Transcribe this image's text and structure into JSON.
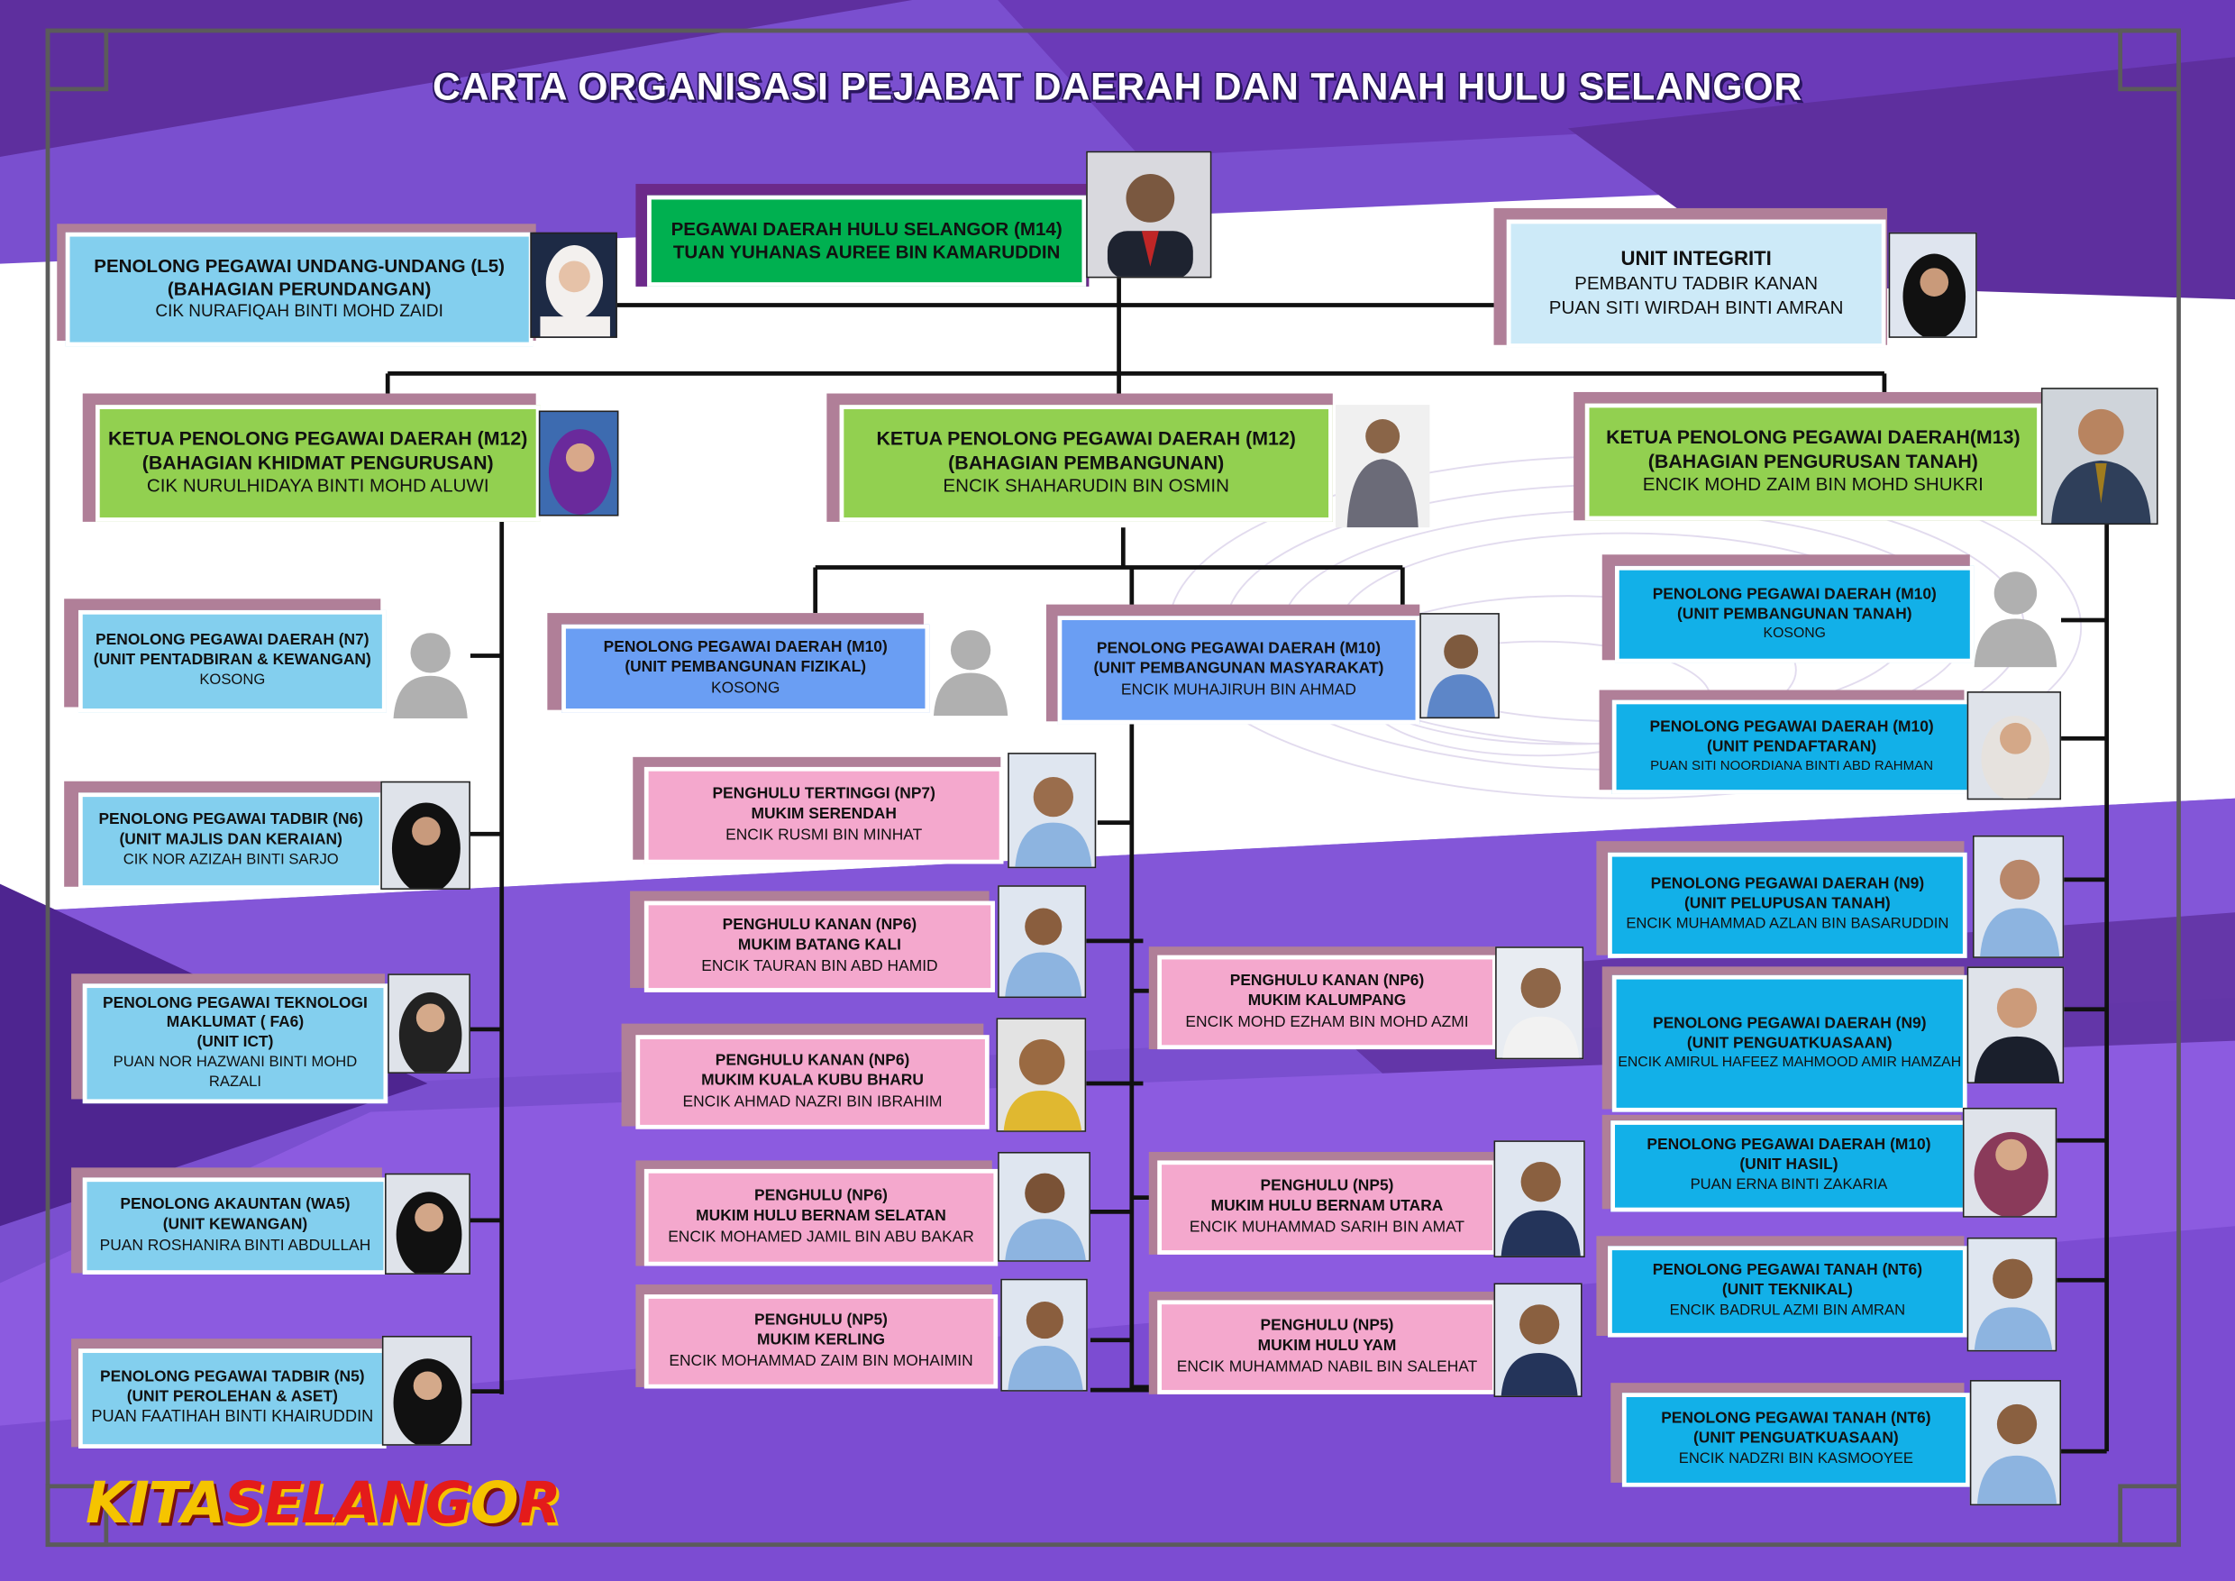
{
  "title": "CARTA ORGANISASI PEJABAT DAERAH DAN TANAH HULU SELANGOR",
  "logo": {
    "part1": "KITA",
    "part2": "SELANG",
    "pin": "O",
    "part3": "R"
  },
  "colors": {
    "background": "#7a4fcf",
    "green": "#92d050",
    "dark_green": "#00b050",
    "light_blue": "#83cfee",
    "blue": "#6a9ef3",
    "cyan": "#12b0e8",
    "pink": "#f4a8cd"
  },
  "top": {
    "head": {
      "title": "PEGAWAI  DAERAH HULU SELANGOR (M14)",
      "name": "TUAN YUHANAS AUREE BIN KAMARUDDIN"
    },
    "legal": {
      "title": "PENOLONG PEGAWAI UNDANG-UNDANG (L5)",
      "unit": "(BAHAGIAN PERUNDANGAN)",
      "name": "CIK NURAFIQAH BINTI MOHD ZAIDI"
    },
    "integrity": {
      "title": "UNIT INTEGRITI",
      "role": "PEMBANTU TADBIR KANAN",
      "name": "PUAN SITI WIRDAH BINTI AMRAN"
    }
  },
  "divisions": {
    "management": {
      "title": "KETUA PENOLONG PEGAWAI DAERAH (M12)",
      "unit": "(BAHAGIAN KHIDMAT PENGURUSAN)",
      "name": "CIK NURULHIDAYA BINTI MOHD ALUWI"
    },
    "development": {
      "title": "KETUA PENOLONG PEGAWAI DAERAH (M12)",
      "unit": "(BAHAGIAN PEMBANGUNAN)",
      "name": "ENCIK SHAHARUDIN BIN OSMIN"
    },
    "land": {
      "title": "KETUA PENOLONG PEGAWAI DAERAH(M13)",
      "unit": "(BAHAGIAN PENGURUSAN TANAH)",
      "name": "ENCIK MOHD ZAIM BIN MOHD SHUKRI"
    }
  },
  "left": [
    {
      "title": "PENOLONG PEGAWAI DAERAH (N7)",
      "unit": "(UNIT PENTADBIRAN & KEWANGAN)",
      "name": "KOSONG"
    },
    {
      "title": "PENOLONG PEGAWAI TADBIR (N6)",
      "unit": "(UNIT MAJLIS DAN KERAIAN)",
      "name": "CIK NOR AZIZAH BINTI SARJO"
    },
    {
      "title": "PENOLONG PEGAWAI TEKNOLOGI",
      "title2": "MAKLUMAT ( FA6)",
      "unit": "(UNIT ICT)",
      "name": "PUAN NOR HAZWANI BINTI MOHD RAZALI"
    },
    {
      "title": "PENOLONG AKAUNTAN (WA5)",
      "unit": "(UNIT KEWANGAN)",
      "name": "PUAN ROSHANIRA BINTI ABDULLAH"
    },
    {
      "title": "PENOLONG PEGAWAI TADBIR (N5)",
      "unit": "(UNIT PEROLEHAN & ASET)",
      "name": "PUAN FAATIHAH BINTI KHAIRUDDIN"
    }
  ],
  "middle_units": [
    {
      "title": "PENOLONG PEGAWAI DAERAH (M10)",
      "unit": "(UNIT PEMBANGUNAN FIZIKAL)",
      "name": "KOSONG"
    },
    {
      "title": "PENOLONG PEGAWAI DAERAH (M10)",
      "unit": "(UNIT PEMBANGUNAN MASYARAKAT)",
      "name": "ENCIK MUHAJIRUH BIN AHMAD"
    }
  ],
  "penghulu_left": [
    {
      "title": "PENGHULU TERTINGGI  (NP7)",
      "unit": "MUKIM SERENDAH",
      "name": "ENCIK RUSMI BIN MINHAT"
    },
    {
      "title": "PENGHULU KANAN (NP6)",
      "unit": "MUKIM BATANG KALI",
      "name": "ENCIK TAURAN BIN ABD HAMID"
    },
    {
      "title": "PENGHULU KANAN (NP6)",
      "unit": "MUKIM KUALA KUBU BHARU",
      "name": "ENCIK AHMAD NAZRI BIN IBRAHIM"
    },
    {
      "title": "PENGHULU  (NP6)",
      "unit": "MUKIM HULU BERNAM SELATAN",
      "name": "ENCIK MOHAMED JAMIL BIN ABU BAKAR"
    },
    {
      "title": "PENGHULU (NP5)",
      "unit": "MUKIM KERLING",
      "name": "ENCIK MOHAMMAD ZAIM BIN MOHAIMIN"
    }
  ],
  "penghulu_right": [
    {
      "title": "PENGHULU KANAN (NP6)",
      "unit": "MUKIM KALUMPANG",
      "name": "ENCIK MOHD EZHAM BIN MOHD AZMI"
    },
    {
      "title": "PENGHULU (NP5)",
      "unit": "MUKIM HULU BERNAM UTARA",
      "name": "ENCIK MUHAMMAD SARIH BIN AMAT"
    },
    {
      "title": "PENGHULU (NP5)",
      "unit": "MUKIM HULU YAM",
      "name": "ENCIK MUHAMMAD NABIL BIN SALEHAT"
    }
  ],
  "right": [
    {
      "title": "PENOLONG PEGAWAI DAERAH (M10)",
      "unit": "(UNIT PEMBANGUNAN TANAH)",
      "name": "KOSONG"
    },
    {
      "title": "PENOLONG PEGAWAI DAERAH (M10)",
      "unit": "(UNIT PENDAFTARAN)",
      "name": "PUAN SITI NOORDIANA BINTI ABD RAHMAN"
    },
    {
      "title": "PENOLONG PEGAWAI DAERAH (N9)",
      "unit": "(UNIT PELUPUSAN TANAH)",
      "name": "ENCIK MUHAMMAD AZLAN BIN  BASARUDDIN"
    },
    {
      "title": "PENOLONG PEGAWAI DAERAH (N9)",
      "unit": "(UNIT PENGUATKUASAAN)",
      "name": "ENCIK AMIRUL HAFEEZ MAHMOOD AMIR HAMZAH"
    },
    {
      "title": "PENOLONG PEGAWAI DAERAH (M10)",
      "unit": "(UNIT HASIL)",
      "name": "PUAN ERNA BINTI ZAKARIA"
    },
    {
      "title": "PENOLONG PEGAWAI TANAH (NT6)",
      "unit": "(UNIT TEKNIKAL)",
      "name": "ENCIK BADRUL AZMI BIN AMRAN"
    },
    {
      "title": "PENOLONG PEGAWAI TANAH (NT6)",
      "unit": "(UNIT PENGUATKUASAAN)",
      "name": "ENCIK NADZRI BIN KASMOOYEE"
    }
  ]
}
